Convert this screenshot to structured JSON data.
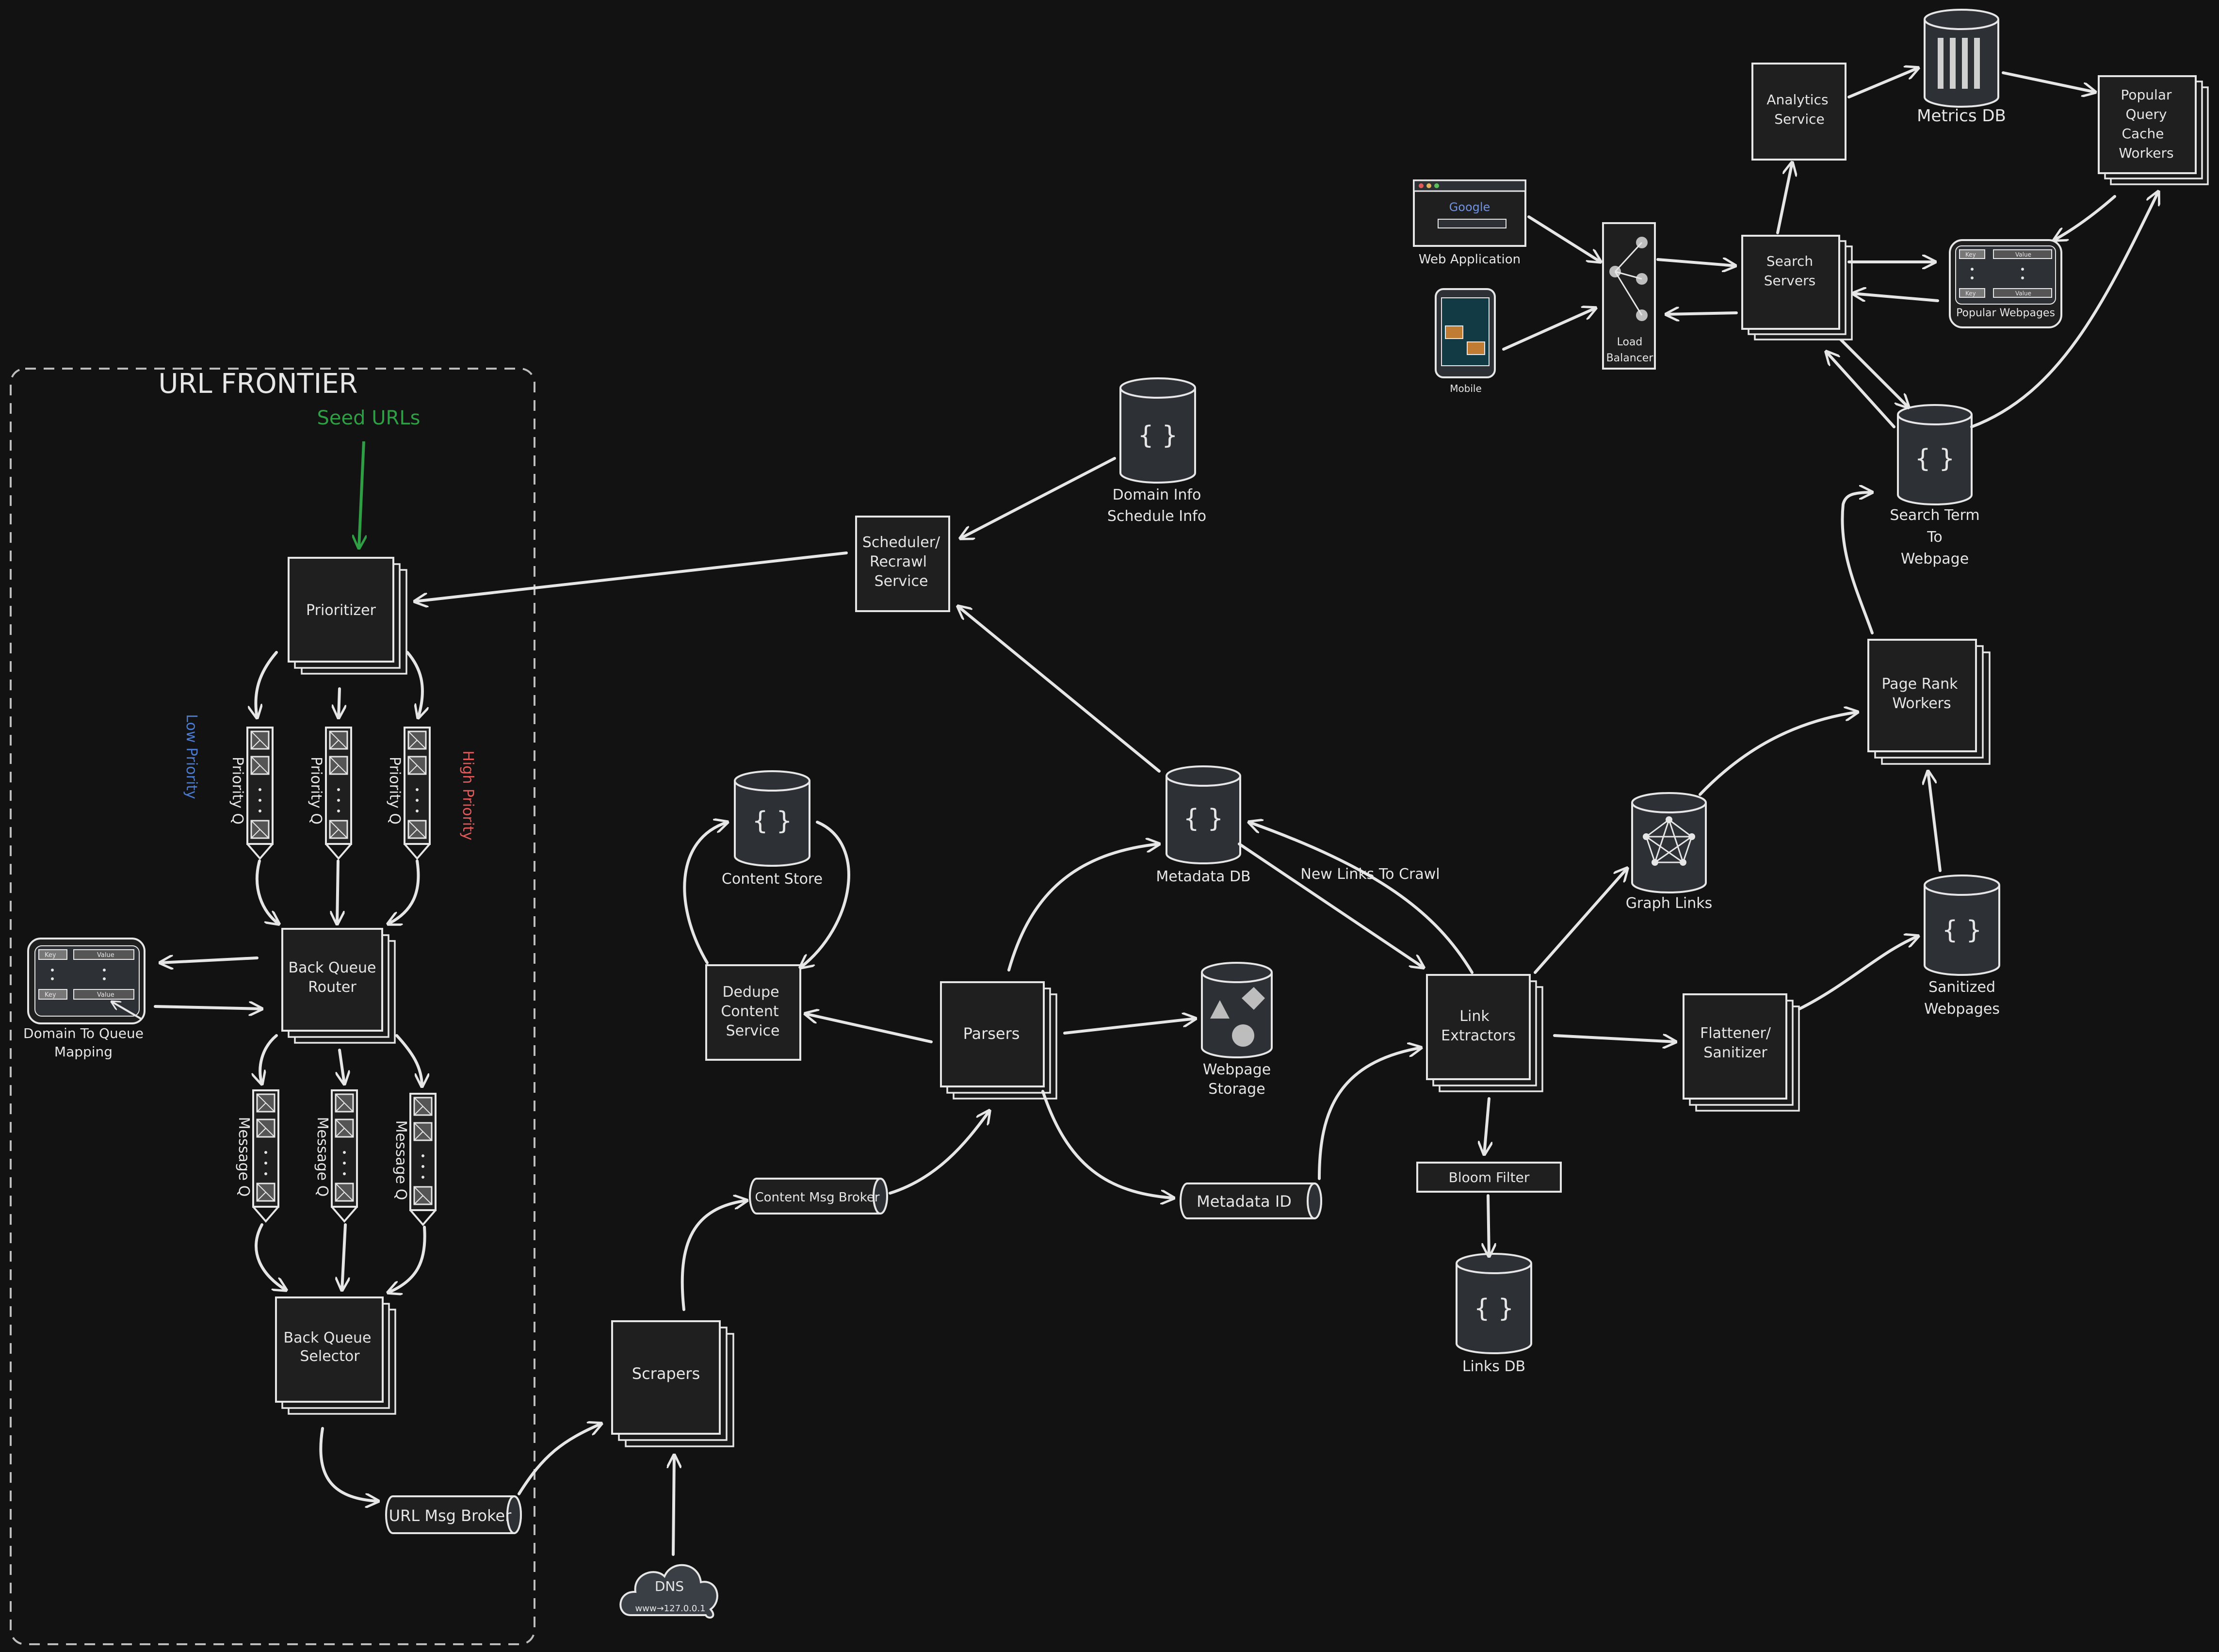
{
  "diagram": {
    "frontier_title": "URL FRONTIER",
    "seed_urls": "Seed URLs",
    "low_priority": "Low Priority",
    "high_priority": "High Priority",
    "nodes": {
      "prioritizer": [
        "Prioritizer"
      ],
      "priority_q": "Priority Q",
      "back_queue_router": [
        "Back Queue",
        "Router"
      ],
      "domain_to_queue": [
        "Domain To Queue",
        "Mapping"
      ],
      "message_q": "Message Q",
      "back_queue_selector": [
        "Back Queue",
        "Selector"
      ],
      "url_msg_broker": "URL Msg Broker",
      "scrapers": [
        "Scrapers"
      ],
      "dns": "DNS",
      "dns_ip": "www→127.0.0.1",
      "content_msg_broker": "Content Msg Broker",
      "parsers": [
        "Parsers"
      ],
      "content_store": "Content Store",
      "dedupe": [
        "Dedupe",
        "Content",
        "Service"
      ],
      "webpage_storage": [
        "Webpage",
        "Storage"
      ],
      "metadata_db": "Metadata DB",
      "metadata_id": "Metadata ID",
      "scheduler": [
        "Scheduler/",
        "Recrawl",
        "Service"
      ],
      "domain_info": [
        "Domain Info",
        "Schedule Info"
      ],
      "new_links": "New Links To Crawl",
      "link_extractors": [
        "Link",
        "Extractors"
      ],
      "bloom_filter": "Bloom Filter",
      "links_db": "Links DB",
      "graph_links": "Graph Links",
      "flattener": [
        "Flattener/",
        "Sanitizer"
      ],
      "sanitized": [
        "Sanitized",
        "Webpages"
      ],
      "page_rank": [
        "Page Rank",
        "Workers"
      ],
      "search_term": [
        "Search Term",
        "To",
        "Webpage"
      ],
      "search_servers": [
        "Search",
        "Servers"
      ],
      "load_balancer": [
        "Load",
        "Balancer"
      ],
      "web_app": "Web Application",
      "mobile": "Mobile",
      "google": "Google",
      "analytics": [
        "Analytics",
        "Service"
      ],
      "metrics_db": "Metrics DB",
      "popular_cache": [
        "Popular",
        "Query",
        "Cache",
        "Workers"
      ],
      "popular_webpages": "Popular Webpages",
      "key": "Key",
      "value": "Value"
    }
  },
  "colors": {
    "background": "#121212",
    "stroke": "#e6e6e6",
    "seed_green": "#2f9e44",
    "low_blue": "#4a7bd0",
    "high_red": "#e05a5a"
  }
}
